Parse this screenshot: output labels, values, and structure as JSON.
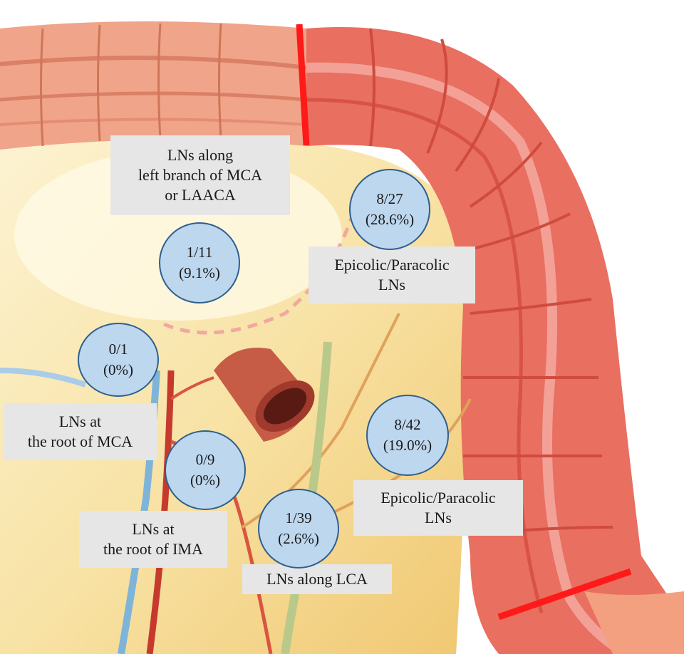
{
  "colors": {
    "bubble_fill": "#bdd7ee",
    "bubble_stroke": "#2e5f8f",
    "label_bg": "#e6e6e6",
    "margin_line": "#ff1a1a",
    "colon": "#e4685c",
    "dashed_region": "#f2a7a0"
  },
  "labels": {
    "mca_left_branch": [
      "LNs along",
      "left branch  of MCA",
      "or LAACA"
    ],
    "epicolic_upper": [
      "Epicolic/Paracolic",
      "LNs"
    ],
    "mca_root": [
      "LNs at",
      "the root of MCA"
    ],
    "ima_root": [
      "LNs at",
      "the root of IMA"
    ],
    "lca": [
      "LNs along  LCA"
    ],
    "epicolic_lower": [
      "Epicolic/Paracolic",
      "LNs"
    ]
  },
  "bubbles": {
    "epicolic_upper": {
      "count": "8/27",
      "pct": "(28.6%)"
    },
    "mca_left_branch": {
      "count": "1/11",
      "pct": "(9.1%)"
    },
    "mca_root": {
      "count": "0/1",
      "pct": "(0%)"
    },
    "ima_root": {
      "count": "0/9",
      "pct": "(0%)"
    },
    "epicolic_lower": {
      "count": "8/42",
      "pct": "(19.0%)"
    },
    "lca": {
      "count": "1/39",
      "pct": "(2.6%)"
    }
  }
}
